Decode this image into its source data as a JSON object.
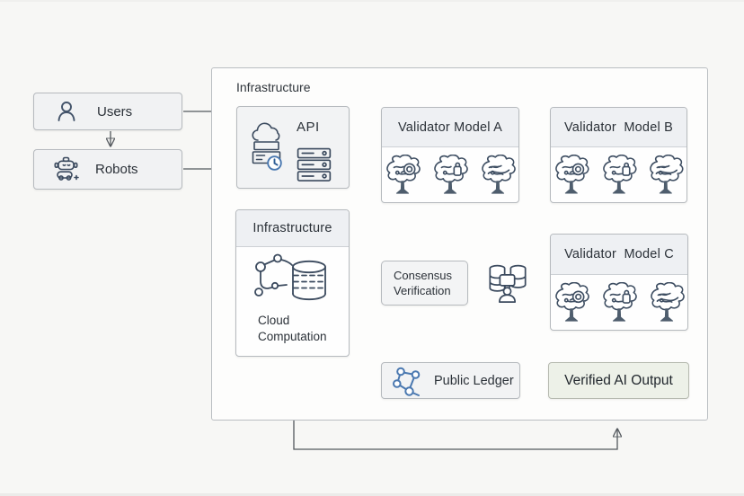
{
  "title": "Verified AI infrastructure diagram",
  "colors": {
    "page_bg": "#f7f7f5",
    "container_bg": "#fdfdfc",
    "box_bg": "#f1f2f3",
    "box_border": "#b6babe",
    "header_bg": "#eef0f3",
    "output_bg": "#edf1e8",
    "wire": "#53585d",
    "icon_stroke": "#3e4e62",
    "icon_blue": "#4a78b0",
    "text": "#2b3138"
  },
  "nodes": {
    "users": {
      "label": "Users",
      "icon": "user-icon"
    },
    "robots": {
      "label": "Robots",
      "icon": "robot-icon"
    },
    "container": {
      "label": "Infrastructure"
    },
    "api": {
      "label": "API",
      "icons": [
        "cloud-server-icon",
        "server-rack-icon",
        "clock-icon"
      ]
    },
    "infra_inner": {
      "header": "Infrastructure",
      "caption_line1": "Cloud",
      "caption_line2": "Computation",
      "icon": "cloud-computation-icon"
    },
    "validator_a": {
      "label": "Validator Model A",
      "icon": "model-tree-icon"
    },
    "validator_b": {
      "label": "Validator  Model B",
      "icon": "model-tree-icon"
    },
    "validator_c": {
      "label": "Validator  Model C",
      "icon": "model-tree-icon"
    },
    "consensus": {
      "line1": "Consensus",
      "line2": "Verification"
    },
    "db_cluster": {
      "icon": "database-cluster-icon"
    },
    "public_ledger": {
      "label": "Public Ledger",
      "icon": "network-graph-icon"
    },
    "verified_output": {
      "label": "Verified AI Output"
    }
  },
  "connections": [
    "users->robots",
    "users->api",
    "robots->api",
    "api->infrastructure",
    "api->validator-a",
    "validator-a->validator-b",
    "validator-a->consensus",
    "validator-b->validator-c",
    "infrastructure->consensus",
    "consensus->db-cluster",
    "db-cluster->validator-c",
    "consensus->public-ledger",
    "validator-c->verified-output",
    "public-ledger->verified-output",
    "infrastructure->verified-output-feedback"
  ]
}
